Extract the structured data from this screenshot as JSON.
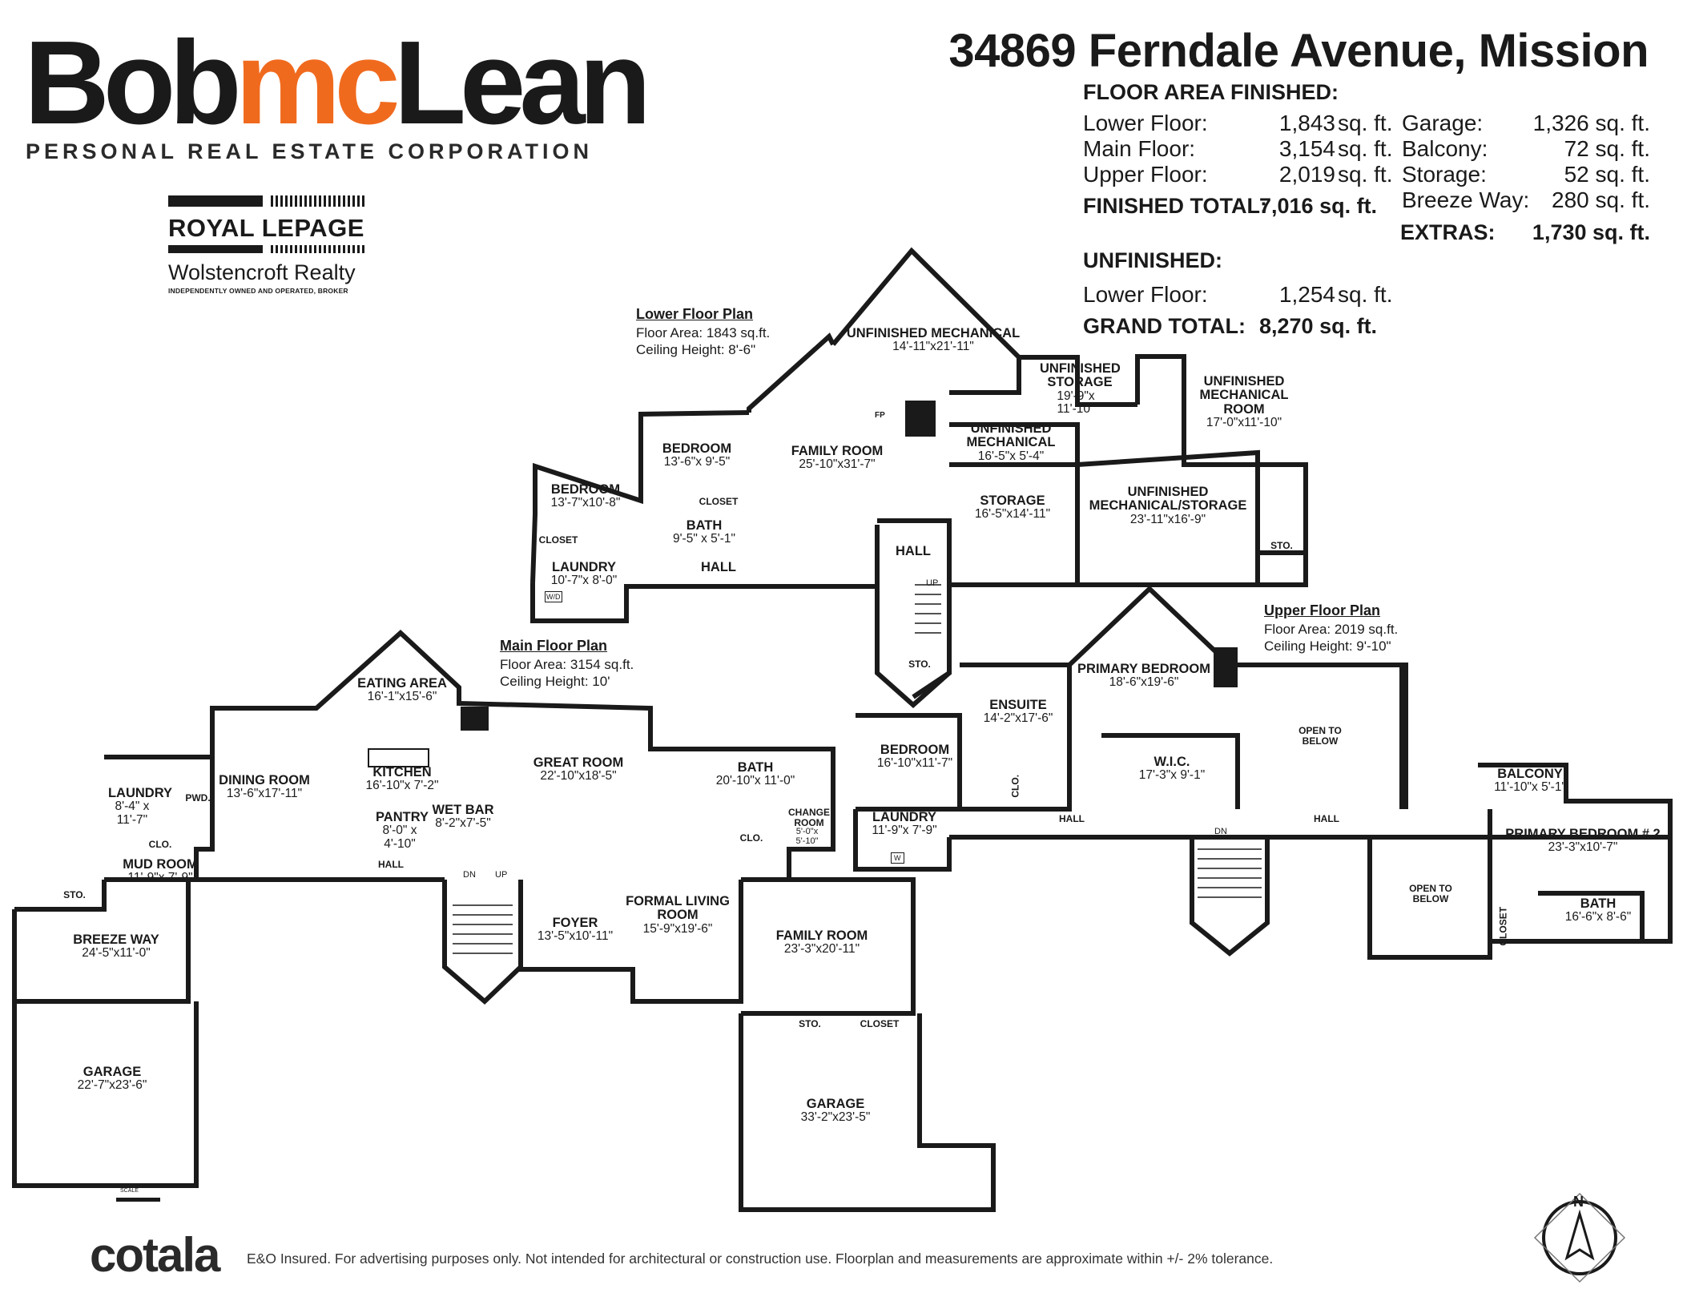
{
  "brand": {
    "logo_part1": "Bob",
    "logo_part2": "mc",
    "logo_part3": "Lean",
    "tagline": "PERSONAL REAL ESTATE CORPORATION",
    "brokerage_name": "ROYAL LEPAGE",
    "brokerage_sub": "Wolstencroft Realty",
    "brokerage_note": "INDEPENDENTLY OWNED AND OPERATED, BROKER",
    "accent_color": "#f06a1e"
  },
  "address": "34869 Ferndale Avenue, Mission",
  "area_summary": {
    "finished_title": "FLOOR AREA FINISHED:",
    "finished": [
      {
        "label": "Lower Floor:",
        "value": "1,843",
        "unit": "sq. ft."
      },
      {
        "label": "Main Floor:",
        "value": "3,154",
        "unit": "sq. ft."
      },
      {
        "label": "Upper Floor:",
        "value": "2,019",
        "unit": "sq. ft."
      }
    ],
    "finished_total": {
      "label": "FINISHED TOTAL:",
      "value": "7,016 sq. ft."
    },
    "extras": [
      {
        "label": "Garage:",
        "value": "1,326 sq. ft."
      },
      {
        "label": "Balcony:",
        "value": "72 sq. ft."
      },
      {
        "label": "Storage:",
        "value": "52 sq. ft."
      },
      {
        "label": "Breeze Way:",
        "value": "280 sq. ft."
      }
    ],
    "extras_total": {
      "label": "EXTRAS:",
      "value": "1,730 sq. ft."
    },
    "unfinished_title": "UNFINISHED:",
    "unfinished": [
      {
        "label": "Lower Floor:",
        "value": "1,254",
        "unit": "sq. ft."
      }
    ],
    "grand_total": {
      "label": "GRAND TOTAL:",
      "value": "8,270 sq. ft."
    }
  },
  "plans": {
    "lower": {
      "title": "Lower Floor Plan",
      "area": "Floor Area: 1843 sq.ft.",
      "ceiling": "Ceiling Height: 8'-6\""
    },
    "main": {
      "title": "Main Floor Plan",
      "area": "Floor Area: 3154 sq.ft.",
      "ceiling": "Ceiling Height: 10'"
    },
    "upper": {
      "title": "Upper Floor Plan",
      "area": "Floor Area: 2019 sq.ft.",
      "ceiling": "Ceiling Height: 9'-10\""
    }
  },
  "rooms": {
    "lower_unf_mech1": {
      "name": "UNFINISHED MECHANICAL",
      "dim": "14'-11\"x21'-11\""
    },
    "lower_unf_storage": {
      "name": "UNFINISHED STORAGE",
      "dim": "19'-9\"x 11'-10\""
    },
    "lower_unf_mech_room": {
      "name": "UNFINISHED MECHANICAL ROOM",
      "dim": "17'-0\"x11'-10\""
    },
    "lower_unf_mech2": {
      "name": "UNFINISHED MECHANICAL",
      "dim": "16'-5\"x 5'-4\""
    },
    "lower_bedroom1": {
      "name": "BEDROOM",
      "dim": "13'-6\"x 9'-5\""
    },
    "lower_family": {
      "name": "FAMILY ROOM",
      "dim": "25'-10\"x31'-7\""
    },
    "lower_bedroom2": {
      "name": "BEDROOM",
      "dim": "13'-7\"x10'-8\""
    },
    "lower_closet1": {
      "name": "CLOSET",
      "dim": ""
    },
    "lower_bath": {
      "name": "BATH",
      "dim": "9'-5\" x 5'-1\""
    },
    "lower_closet2": {
      "name": "CLOSET",
      "dim": ""
    },
    "lower_storage": {
      "name": "STORAGE",
      "dim": "16'-5\"x14'-11\""
    },
    "lower_unf_mech_storage": {
      "name": "UNFINISHED MECHANICAL/STORAGE",
      "dim": "23'-11\"x16'-9\""
    },
    "lower_laundry": {
      "name": "LAUNDRY",
      "dim": "10'-7\"x 8'-0\""
    },
    "lower_hall1": {
      "name": "HALL",
      "dim": ""
    },
    "lower_hall2": {
      "name": "HALL",
      "dim": ""
    },
    "lower_sto1": {
      "name": "STO.",
      "dim": ""
    },
    "lower_sto2": {
      "name": "STO.",
      "dim": ""
    },
    "main_eating": {
      "name": "EATING AREA",
      "dim": "16'-1\"x15'-6\""
    },
    "main_great": {
      "name": "GREAT ROOM",
      "dim": "22'-10\"x18'-5\""
    },
    "main_dining": {
      "name": "DINING ROOM",
      "dim": "13'-6\"x17'-11\""
    },
    "main_kitchen": {
      "name": "KITCHEN",
      "dim": "16'-10\"x 7'-2\""
    },
    "main_laundry": {
      "name": "LAUNDRY",
      "dim": "8'-4\" x 11'-7\""
    },
    "main_pwd": {
      "name": "PWD.",
      "dim": ""
    },
    "main_pantry": {
      "name": "PANTRY",
      "dim": "8'-0\" x 4'-10\""
    },
    "main_wetbar": {
      "name": "WET BAR",
      "dim": "8'-2\"x7'-5\""
    },
    "main_clo": {
      "name": "CLO.",
      "dim": ""
    },
    "main_mud": {
      "name": "MUD ROOM",
      "dim": "11'-9\"x 7'-9\""
    },
    "main_hall": {
      "name": "HALL",
      "dim": ""
    },
    "main_sto": {
      "name": "STO.",
      "dim": ""
    },
    "main_bath": {
      "name": "BATH",
      "dim": "20'-10\"x 11'-0\""
    },
    "main_change": {
      "name": "CHANGE ROOM",
      "dim": "5'-0\"x 5'-10\""
    },
    "main_clo2": {
      "name": "CLO.",
      "dim": ""
    },
    "main_breeze": {
      "name": "BREEZE WAY",
      "dim": "24'-5\"x11'-0\""
    },
    "main_foyer": {
      "name": "FOYER",
      "dim": "13'-5\"x10'-11\""
    },
    "main_formal": {
      "name": "FORMAL LIVING ROOM",
      "dim": "15'-9\"x19'-6\""
    },
    "main_family": {
      "name": "FAMILY ROOM",
      "dim": "23'-3\"x20'-11\""
    },
    "main_sto2": {
      "name": "STO.",
      "dim": ""
    },
    "main_closet": {
      "name": "CLOSET",
      "dim": ""
    },
    "main_garage_left": {
      "name": "GARAGE",
      "dim": "22'-7\"x23'-6\""
    },
    "main_garage_right": {
      "name": "GARAGE",
      "dim": "33'-2\"x23'-5\""
    },
    "upper_primary": {
      "name": "PRIMARY BEDROOM",
      "dim": "18'-6\"x19'-6\""
    },
    "upper_ensuite": {
      "name": "ENSUITE",
      "dim": "14'-2\"x17'-6\""
    },
    "upper_bedroom": {
      "name": "BEDROOM",
      "dim": "16'-10\"x11'-7\""
    },
    "upper_wic": {
      "name": "W.I.C.",
      "dim": "17'-3\"x 9'-1\""
    },
    "upper_open1": {
      "name": "OPEN TO BELOW",
      "dim": ""
    },
    "upper_balcony": {
      "name": "BALCONY",
      "dim": "11'-10\"x 5'-1\""
    },
    "upper_laundry": {
      "name": "LAUNDRY",
      "dim": "11'-9\"x 7'-9\""
    },
    "upper_hall1": {
      "name": "HALL",
      "dim": ""
    },
    "upper_hall2": {
      "name": "HALL",
      "dim": ""
    },
    "upper_primary2": {
      "name": "PRIMARY BEDROOM # 2",
      "dim": "23'-3\"x10'-7\""
    },
    "upper_open2": {
      "name": "OPEN TO BELOW",
      "dim": ""
    },
    "upper_bath": {
      "name": "BATH",
      "dim": "16'-6\"x 8'-6\""
    },
    "upper_closet": {
      "name": "CLOSET",
      "dim": ""
    },
    "upper_clo": {
      "name": "CLO.",
      "dim": ""
    }
  },
  "fixtures": {
    "fireplace": "FP",
    "stair_up": "UP",
    "stair_down": "DN",
    "washer_dryer": "W/D",
    "washer": "W",
    "scale_label": "SCALE",
    "north": "N"
  },
  "footer": {
    "vendor": "cotala",
    "disclaimer": "E&O Insured. For advertising purposes only. Not intended for architectural or construction use. Floorplan and measurements are approximate within +/- 2% tolerance."
  }
}
